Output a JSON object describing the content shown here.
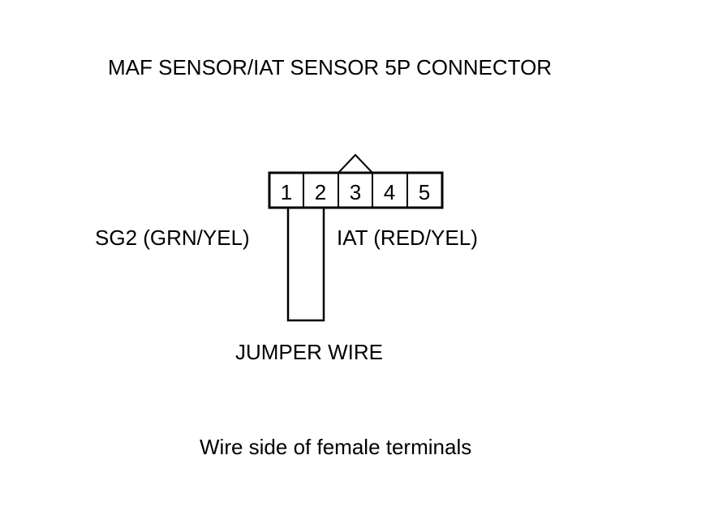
{
  "title": "MAF SENSOR/IAT SENSOR 5P CONNECTOR",
  "connector": {
    "pins": [
      "1",
      "2",
      "3",
      "4",
      "5"
    ],
    "keyed_pin": "3"
  },
  "labels": {
    "sg2": "SG2 (GRN/YEL)",
    "iat": "IAT (RED/YEL)",
    "jumper": "JUMPER WIRE"
  },
  "caption": "Wire side of female terminals",
  "colors": {
    "line": "#000000",
    "background": "#ffffff"
  }
}
